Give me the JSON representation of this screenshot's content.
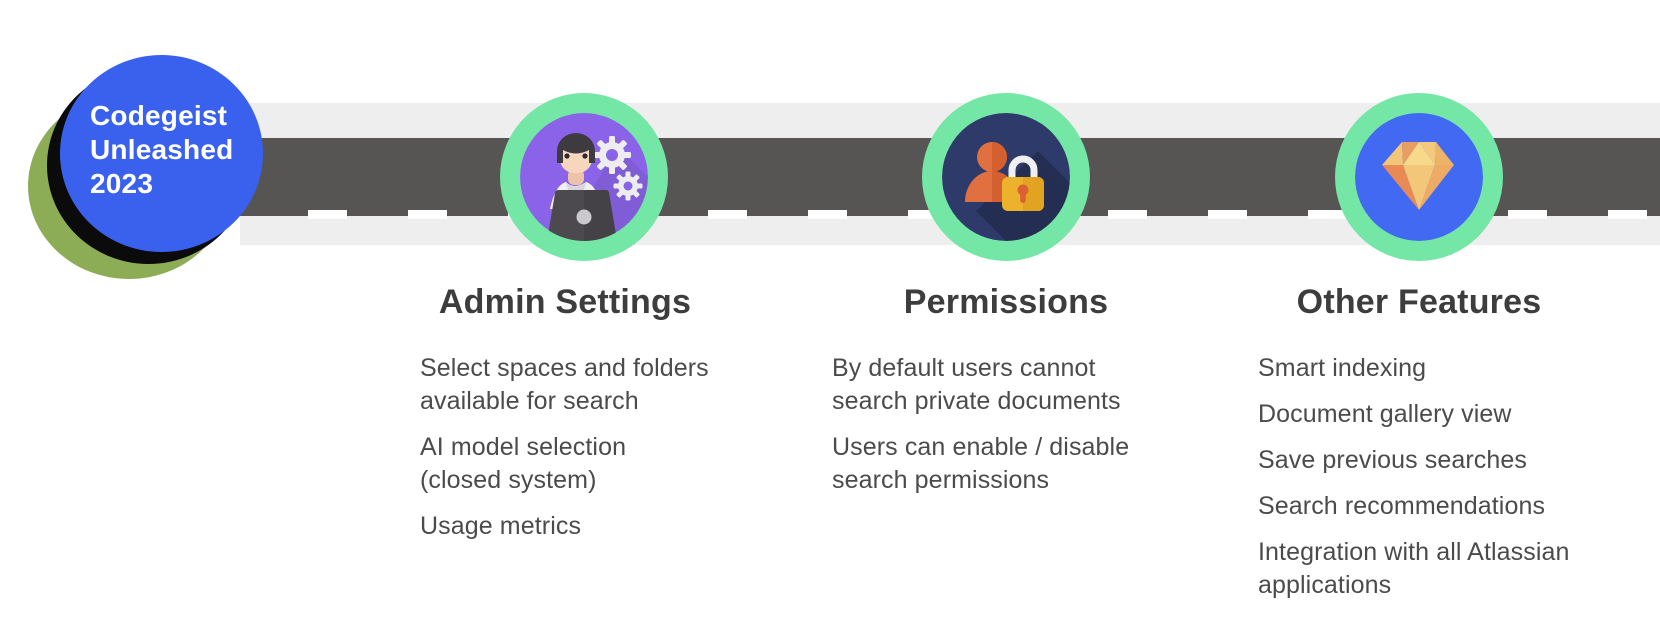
{
  "badge": {
    "lines": [
      "Codegeist",
      "Unleashed",
      "2023"
    ]
  },
  "milestones": [
    {
      "title": "Admin Settings",
      "icon": "admin-settings-icon",
      "items": [
        "Select spaces and folders\navailable for search",
        "AI model selection\n(closed system)",
        "Usage metrics"
      ]
    },
    {
      "title": "Permissions",
      "icon": "user-lock-icon",
      "items": [
        "By default users cannot\nsearch private documents",
        "Users can enable / disable\nsearch permissions"
      ]
    },
    {
      "title": "Other Features",
      "icon": "diamond-icon",
      "items": [
        "Smart indexing",
        "Document gallery view",
        "Save previous searches",
        "Search recommendations",
        "Integration with all Atlassian\napplications"
      ]
    }
  ],
  "colors": {
    "badge_blue": "#3a61ee",
    "badge_olive": "#8cad55",
    "badge_black": "#0b0b0b",
    "ring_green": "#74e6a5",
    "icon_purple": "#8a63e8",
    "icon_navy": "#2e3b6a",
    "icon_blue": "#4169f1",
    "road_dark": "#575454",
    "road_light": "#efeeef",
    "title_text": "#3d3d3d",
    "body_text": "#4b4b4b"
  }
}
